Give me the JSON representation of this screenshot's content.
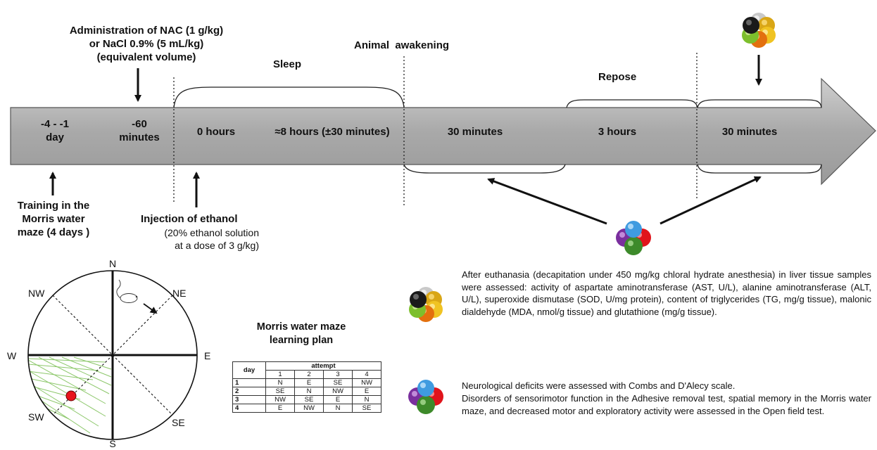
{
  "timeline": {
    "segments": [
      {
        "id": "days",
        "label": "-4 - -1\nday"
      },
      {
        "id": "minus60",
        "label": "-60\nminutes"
      },
      {
        "id": "zero",
        "label": "0 hours"
      },
      {
        "id": "eight",
        "label": "≈8 hours (±30 minutes)"
      },
      {
        "id": "thirty1",
        "label": "30 minutes"
      },
      {
        "id": "three",
        "label": "3 hours"
      },
      {
        "id": "thirty2",
        "label": "30 minutes"
      }
    ],
    "labels": {
      "administration": "Administration of NAC (1 g/kg)\nor NaCl 0.9% (5 mL/kg)\n(equivalent  volume)",
      "sleep": "Sleep",
      "awakening": "Animal  awakening",
      "repose": "Repose",
      "training": "Training  in the\nMorris  water\nmaze (4 days )",
      "injection_title": "Injection of ethanol",
      "injection_detail": "(20% ethanol solution\nat a dose of 3 g/kg)"
    }
  },
  "maze": {
    "directions": {
      "n": "N",
      "ne": "NE",
      "e": "E",
      "se": "SE",
      "s": "S",
      "sw": "SW",
      "w": "W",
      "nw": "NW"
    },
    "colors": {
      "platform": "#e8141b",
      "hatch": "#8cc76a"
    }
  },
  "plan": {
    "title": "Morris water maze\nlearning plan",
    "row_header": "day",
    "col_header": "attempt",
    "attempts": [
      "1",
      "2",
      "3",
      "4"
    ],
    "rows": [
      {
        "day": "1",
        "cells": [
          "N",
          "E",
          "SE",
          "NW"
        ]
      },
      {
        "day": "2",
        "cells": [
          "SE",
          "N",
          "NW",
          "E"
        ]
      },
      {
        "day": "3",
        "cells": [
          "NW",
          "SE",
          "E",
          "N"
        ]
      },
      {
        "day": "4",
        "cells": [
          "E",
          "NW",
          "N",
          "SE"
        ]
      }
    ]
  },
  "legend": {
    "biochem_text": "After euthanasia (decapitation under 450 mg/kg chloral hydrate anesthesia) in liver tissue samples were assessed: activity of aspartate aminotransferase (AST, U/L), alanine aminotransferase (ALT, U/L), superoxide dismutase (SOD, U/mg protein), content of triglycerides (TG, mg/g tissue), malonic dialdehyde (MDA, nmol/g tissue) and glutathione (mg/g tissue).",
    "neuro_text_1": "Neurological deficits were assessed with Combs and D'Alecy scale.",
    "neuro_text_2": "Disorders of sensorimotor function in the Adhesive removal test, spatial memory in the Morris water maze, and decreased motor and exploratory activity were assessed in the Open field test."
  }
}
